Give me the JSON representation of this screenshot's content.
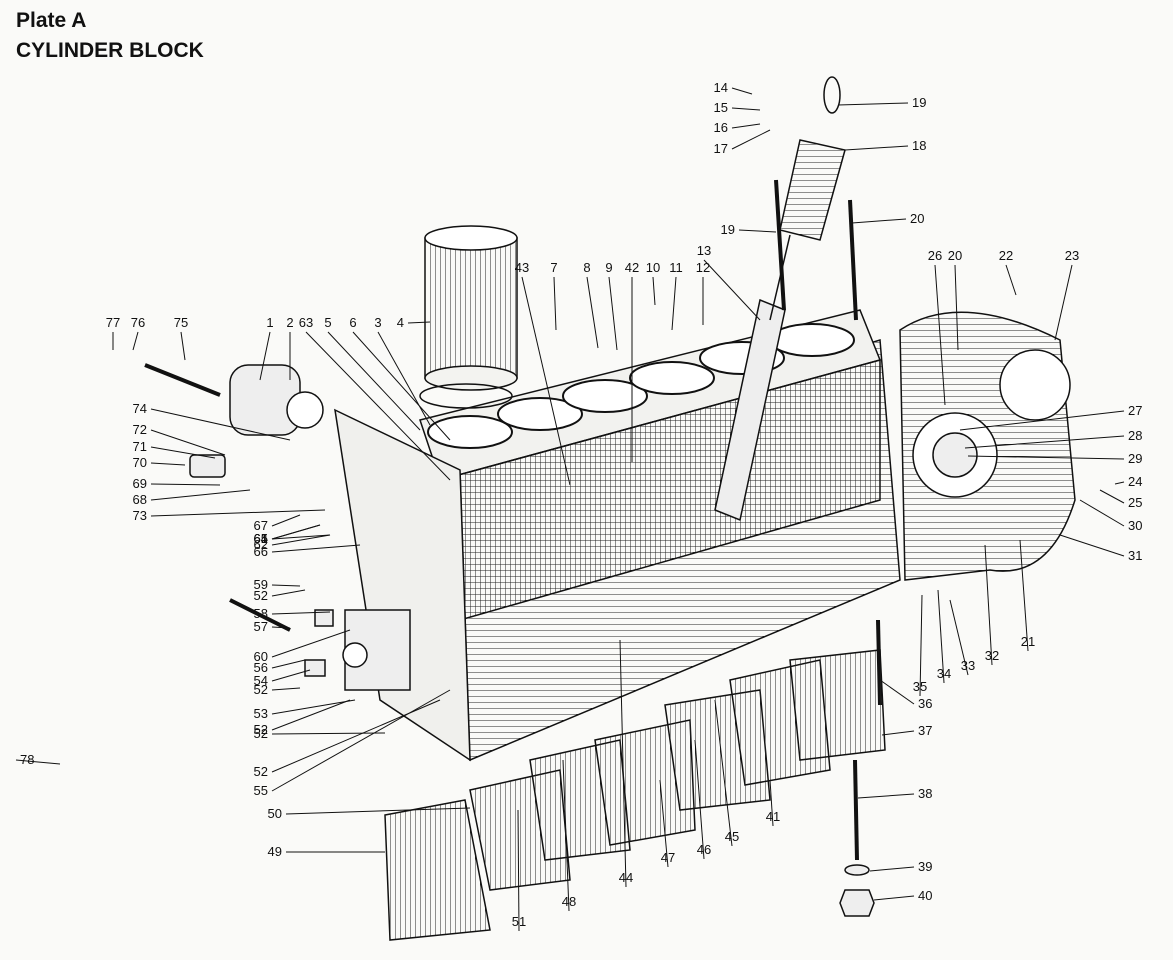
{
  "plate": {
    "label": "Plate A",
    "title": "CYLINDER BLOCK"
  },
  "colors": {
    "ink": "#111111",
    "paper": "#fafaf8",
    "metal": "#e9e9e6"
  },
  "callouts": [
    "1",
    "2",
    "3",
    "4",
    "5",
    "6",
    "7",
    "8",
    "9",
    "10",
    "11",
    "12",
    "13",
    "14",
    "15",
    "16",
    "17",
    "18",
    "19",
    "19",
    "20",
    "20",
    "21",
    "22",
    "23",
    "24",
    "25",
    "26",
    "27",
    "28",
    "29",
    "30",
    "31",
    "32",
    "33",
    "34",
    "35",
    "36",
    "37",
    "38",
    "39",
    "40",
    "41",
    "42",
    "43",
    "44",
    "45",
    "46",
    "47",
    "48",
    "49",
    "50",
    "51",
    "52",
    "52",
    "52",
    "52",
    "52",
    "53",
    "54",
    "55",
    "56",
    "57",
    "58",
    "59",
    "60",
    "61",
    "62",
    "63",
    "64",
    "65",
    "66",
    "67",
    "68",
    "69",
    "70",
    "71",
    "72",
    "73",
    "74",
    "75",
    "76",
    "77",
    "78"
  ]
}
